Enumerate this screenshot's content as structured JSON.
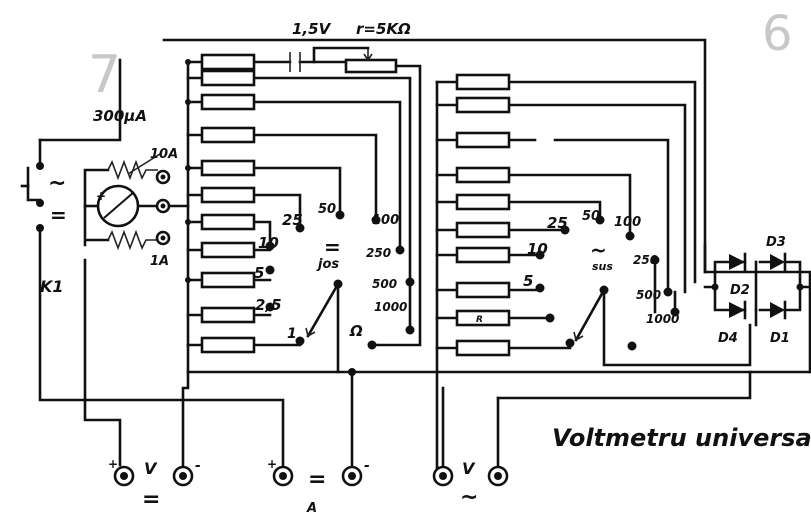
{
  "page_numbers": {
    "left": "7",
    "right": "6"
  },
  "supply": {
    "battery": "1,5V",
    "pot": "r=5KΩ"
  },
  "meter": {
    "rating": "300µA",
    "range_10a": "10A",
    "range_1a": "1A"
  },
  "switch_k1": {
    "name": "K1",
    "ac": "~",
    "dc": "="
  },
  "left_range": {
    "values": [
      "25",
      "50",
      "100",
      "10",
      "250",
      "5",
      "500",
      "2,5",
      "1000",
      "1"
    ],
    "mode_eq": "=",
    "mode_jos": "jos",
    "ohm": "Ω"
  },
  "right_range": {
    "values": [
      "25",
      "50",
      "100",
      "10",
      "250",
      "5",
      "500",
      "1000"
    ],
    "mode_ac": "~",
    "mode_sus": "sus",
    "resistor_mark": "R"
  },
  "bridge": {
    "d1": "D1",
    "d2": "D2",
    "d3": "D3",
    "d4": "D4"
  },
  "terminals": {
    "v_dc_plus": "+",
    "v_dc_label": "V",
    "v_dc_minus": "-",
    "v_dc_mode": "=",
    "a_plus": "+",
    "a_mode": "=",
    "a_minus": "-",
    "a_label": "A",
    "v_ac_label": "V",
    "v_ac_mode": "~"
  },
  "title": "Voltmetru universal"
}
